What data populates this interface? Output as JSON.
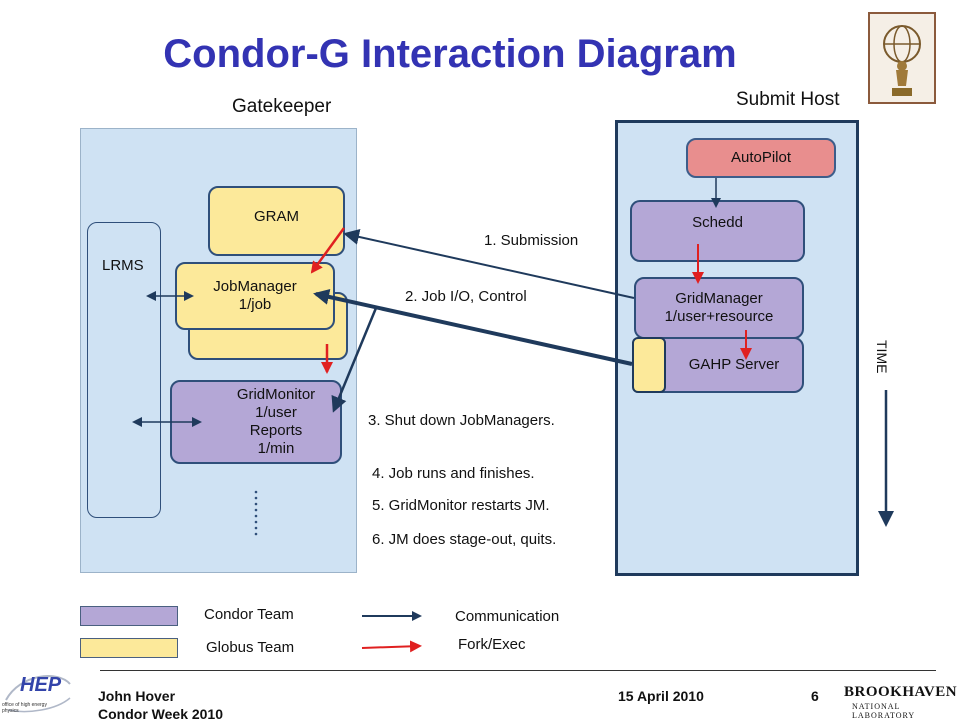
{
  "title": "Condor-G Interaction Diagram",
  "gatekeeper": {
    "label": "Gatekeeper",
    "lrms": "LRMS",
    "gram": "GRAM",
    "jobmanager_line1": "JobManager",
    "jobmanager_line2": "1/job",
    "gridmonitor_line1": "GridMonitor",
    "gridmonitor_line2": "1/user",
    "gridmonitor_line3": "Reports",
    "gridmonitor_line4": "1/min"
  },
  "submit_host": {
    "label": "Submit Host",
    "autopilot": "AutoPilot",
    "schedd": "Schedd",
    "gridmanager_line1": "GridManager",
    "gridmanager_line2": "1/user+resource",
    "gahp": "GAHP Server"
  },
  "steps": {
    "s1": "1. Submission",
    "s2": "2. Job I/O, Control",
    "s3": "3. Shut down JobManagers.",
    "s4": "4. Job runs and finishes.",
    "s5": "5. GridMonitor restarts JM.",
    "s6": "6. JM does stage-out, quits."
  },
  "time_label": "TIME",
  "legend": {
    "condor": "Condor Team",
    "globus": "Globus Team",
    "communication": "Communication",
    "forkexec": "Fork/Exec"
  },
  "footer": {
    "author": "John Hover",
    "event": "Condor Week 2010",
    "date": "15 April 2010",
    "page": "6",
    "lab_name": "BROOKHAVEN",
    "lab_sub": "NATIONAL LABORATORY",
    "hep": "HEP",
    "hep_sub": "office of high energy physics"
  },
  "colors": {
    "title": "#3333b3",
    "zone": "#cfe2f3",
    "globus": "#fce99a",
    "condor": "#b4a7d6",
    "autopilot": "#e88e8e",
    "communication_arrow": "#1f3a5c",
    "forkexec_arrow": "#e02020"
  }
}
